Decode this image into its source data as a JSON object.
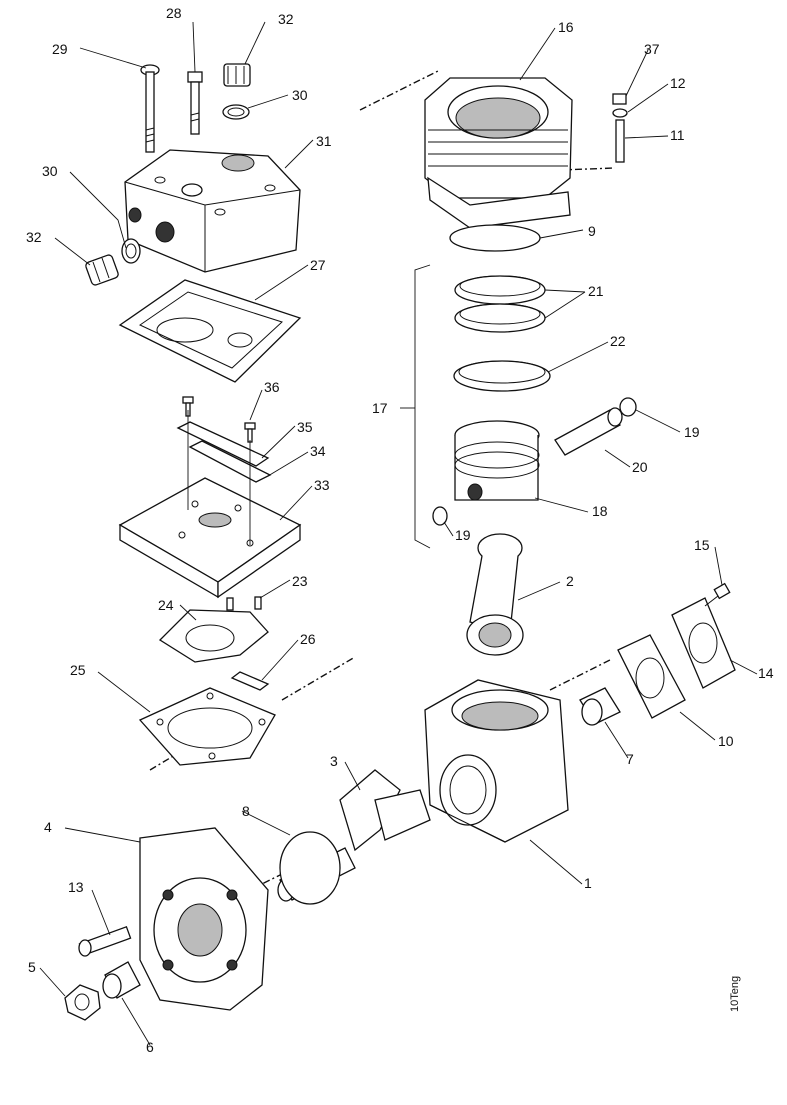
{
  "diagram": {
    "drawing_code": "10Teng",
    "callouts": [
      {
        "id": "c29",
        "label": "29"
      },
      {
        "id": "c28",
        "label": "28"
      },
      {
        "id": "c32a",
        "label": "32"
      },
      {
        "id": "c30a",
        "label": "30"
      },
      {
        "id": "c31",
        "label": "31"
      },
      {
        "id": "c30b",
        "label": "30"
      },
      {
        "id": "c32b",
        "label": "32"
      },
      {
        "id": "c27",
        "label": "27"
      },
      {
        "id": "c36",
        "label": "36"
      },
      {
        "id": "c35",
        "label": "35"
      },
      {
        "id": "c34",
        "label": "34"
      },
      {
        "id": "c33",
        "label": "33"
      },
      {
        "id": "c23",
        "label": "23"
      },
      {
        "id": "c24",
        "label": "24"
      },
      {
        "id": "c26",
        "label": "26"
      },
      {
        "id": "c25",
        "label": "25"
      },
      {
        "id": "c16",
        "label": "16"
      },
      {
        "id": "c37",
        "label": "37"
      },
      {
        "id": "c12",
        "label": "12"
      },
      {
        "id": "c11",
        "label": "11"
      },
      {
        "id": "c9",
        "label": "9"
      },
      {
        "id": "c21",
        "label": "21"
      },
      {
        "id": "c22",
        "label": "22"
      },
      {
        "id": "c17",
        "label": "17"
      },
      {
        "id": "c19a",
        "label": "19"
      },
      {
        "id": "c20",
        "label": "20"
      },
      {
        "id": "c18",
        "label": "18"
      },
      {
        "id": "c19b",
        "label": "19"
      },
      {
        "id": "c2",
        "label": "2"
      },
      {
        "id": "c15",
        "label": "15"
      },
      {
        "id": "c14",
        "label": "14"
      },
      {
        "id": "c10",
        "label": "10"
      },
      {
        "id": "c7",
        "label": "7"
      },
      {
        "id": "c3",
        "label": "3"
      },
      {
        "id": "c8",
        "label": "8"
      },
      {
        "id": "c1",
        "label": "1"
      },
      {
        "id": "c4",
        "label": "4"
      },
      {
        "id": "c13",
        "label": "13"
      },
      {
        "id": "c5",
        "label": "5"
      },
      {
        "id": "c6",
        "label": "6"
      }
    ]
  }
}
